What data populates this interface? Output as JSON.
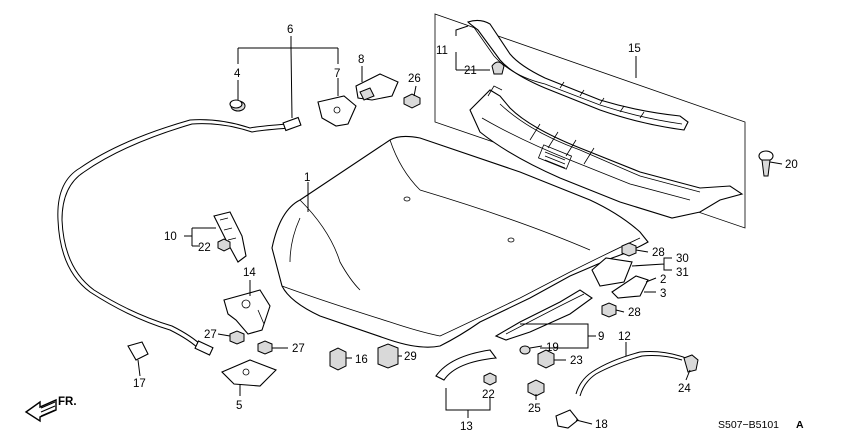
{
  "diagram": {
    "callouts": {
      "c1": "1",
      "c2": "2",
      "c3": "3",
      "c4": "4",
      "c5": "5",
      "c6": "6",
      "c7": "7",
      "c8": "8",
      "c9": "9",
      "c10": "10",
      "c11": "11",
      "c12": "12",
      "c13": "13",
      "c14": "14",
      "c15": "15",
      "c16": "16",
      "c17": "17",
      "c18": "18",
      "c19": "19",
      "c20": "20",
      "c21": "21",
      "c22a": "22",
      "c22b": "22",
      "c23": "23",
      "c24": "24",
      "c25": "25",
      "c26": "26",
      "c27a": "27",
      "c27b": "27",
      "c28a": "28",
      "c28b": "28",
      "c29": "29",
      "c30": "30",
      "c31": "31"
    },
    "direction_label": "FR.",
    "diagram_code": "S507−B5101",
    "diagram_code_suffix": "A"
  }
}
